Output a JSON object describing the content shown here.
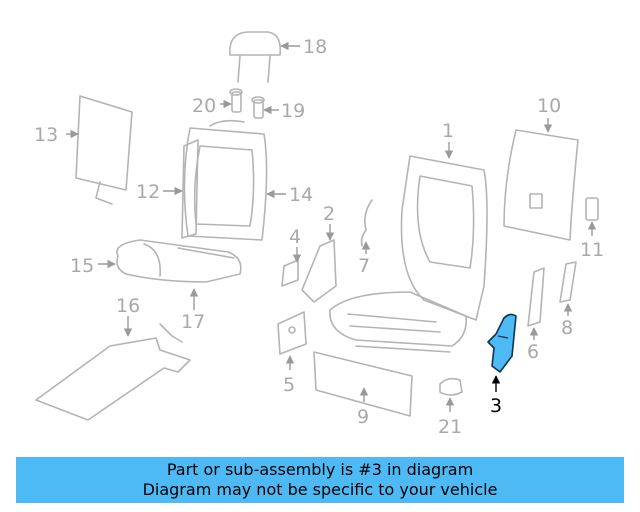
{
  "callouts": {
    "c1": "1",
    "c2": "2",
    "c3": "3",
    "c4": "4",
    "c5": "5",
    "c6": "6",
    "c7": "7",
    "c8": "8",
    "c9": "9",
    "c10": "10",
    "c11": "11",
    "c12": "12",
    "c13": "13",
    "c14": "14",
    "c15": "15",
    "c16": "16",
    "c17": "17",
    "c18": "18",
    "c19": "19",
    "c20": "20",
    "c21": "21"
  },
  "highlighted_part": "3",
  "colors": {
    "highlight_fill": "#4dbaf5",
    "banner_bg": "#4dbaf5",
    "part_outline": "#b4b4b4"
  },
  "banner": {
    "line1": "Part or sub-assembly is #3 in diagram",
    "line2": "Diagram may not be specific to your vehicle"
  }
}
